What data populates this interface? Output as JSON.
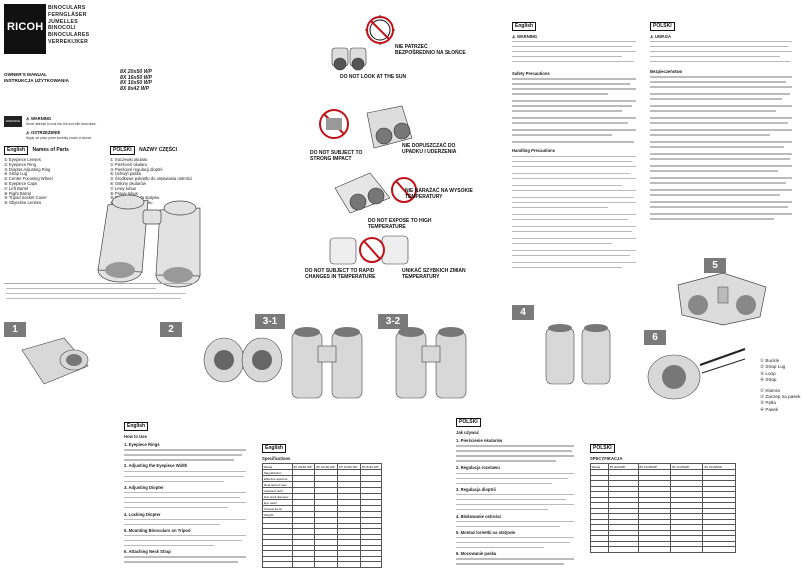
{
  "brand": {
    "logo": "RICOH",
    "product_lines": [
      "BINOCULARS",
      "FERNGLÄSER",
      "JUMELLES",
      "BINOCOLI",
      "BINOCULARES",
      "VERREKIJKER"
    ]
  },
  "models": [
    "8X 20x50 WP",
    "8X 16x50 WP",
    "8X 10x50 WP",
    "8X 8x42 WP"
  ],
  "cover": {
    "manual_title_en": "OWNER'S MANUAL",
    "manual_title_pl": "INSTRUKCJA UŻYTKOWANIA",
    "warning_badge": "WARNING",
    "warning_title": "WARNING",
    "warning_text": "Never attempt to look into the sun with binoculars.",
    "caution_title": "OSTRZEŻENIE",
    "caution_text": "Nigdy nie patrz przez lornetkę prosto w słońce."
  },
  "parts": {
    "en_header": "English",
    "en_title": "Names of Parts",
    "en_items": [
      "Eyepiece Lenses",
      "Eyepiece Ring",
      "Diopter Adjusting Ring",
      "Strap Lug",
      "Center Focusing Wheel",
      "Eyepiece Caps",
      "Left Barrel",
      "Right Barrel",
      "Tripod Socket Cover",
      "Objective Lenses"
    ],
    "pl_header": "POLSKI",
    "pl_title": "NAZWY CZĘŚCI",
    "pl_items": [
      "Soczewki okularu",
      "Pierścień okularu",
      "Pierścień regulacji dioptrii",
      "Uchwyt paska",
      "Środkowe pokrętło do ustawiania ostrości",
      "Osłony okularów",
      "Lewy tubus",
      "Prawy tubus",
      "Osłona gniazda statywu",
      "Soczewki obiektywu"
    ]
  },
  "safety": {
    "no_sun_pl": "NIE PATRZEĆ BEZPOŚREDNIO NA SŁOŃCE",
    "no_sun_en": "DO NOT LOOK AT THE SUN",
    "no_impact_en": "DO NOT SUBJECT TO STRONG IMPACT",
    "no_impact_pl": "NIE DOPUSZCZAĆ DO UPADKU I UDERZENIA",
    "no_heat_pl": "NIE NARAŻAĆ NA WYSOKIE TEMPERATURY",
    "no_heat_en": "DO NOT EXPOSE TO HIGH TEMPERATURE",
    "no_temp_en": "DO NOT SUBJECT TO RAPID CHANGES IN TEMPERATURE",
    "no_temp_pl": "UNIKAĆ SZYBKICH ZMIAN TEMPERATURY"
  },
  "right_columns": {
    "en_header": "English",
    "en_warning_title": "WARNING",
    "en_safety": "Safety Precautions",
    "en_handling": "Handling Precautions",
    "pl_header": "POLSKI",
    "pl_warning": "UWAGA",
    "pl_safety": "Bezpieczeństwo"
  },
  "steps": {
    "labels": [
      "1",
      "2",
      "3-1",
      "3-2",
      "4",
      "5",
      "6"
    ]
  },
  "how_to_use": {
    "en_header": "English",
    "en_title": "How to Use",
    "sections_en": [
      "1. Eyepiece Rings",
      "2. Adjusting the Eyepiece Width",
      "3. Adjusting Diopter",
      "4. Locking Diopter",
      "5. Mounting Binoculars on Tripod",
      "6. Attaching Neck Strap"
    ],
    "pl_header": "POLSKI",
    "pl_title": "Jak używać",
    "sections_pl": [
      "1. Pierścienie okularów",
      "2. Regulacja rozstawu",
      "3. Regulacja dioptrii",
      "4. Blokowanie ostrości",
      "5. Montaż lornetki na statywie",
      "6. Mocowanie paska"
    ]
  },
  "specs": {
    "en_header": "English",
    "en_title": "Specifications",
    "pl_header": "POLSKI",
    "pl_title": "SPECYFIKACJA",
    "columns": [
      "Model",
      "8X 20x50 WP",
      "8X 16x50 WP",
      "8X 10x50 WP",
      "8X 8x42 WP"
    ],
    "pl_columns": [
      "Model",
      "8X 8x42WP",
      "8X 10x50WP",
      "8X 12x50WP",
      "8X 20x50WP"
    ],
    "rows": [
      "Magnification",
      "Effective aperture",
      "Real field of view",
      "Apparent field",
      "Exit pupil diameter",
      "Eye relief",
      "Closest focus",
      "Weight"
    ]
  },
  "strap_legend": {
    "en": [
      "Buckle",
      "Strap Lug",
      "Loop",
      "Strap"
    ],
    "pl": [
      "Klamra",
      "Zaczep na pasek",
      "Pętla",
      "Pasek"
    ]
  }
}
